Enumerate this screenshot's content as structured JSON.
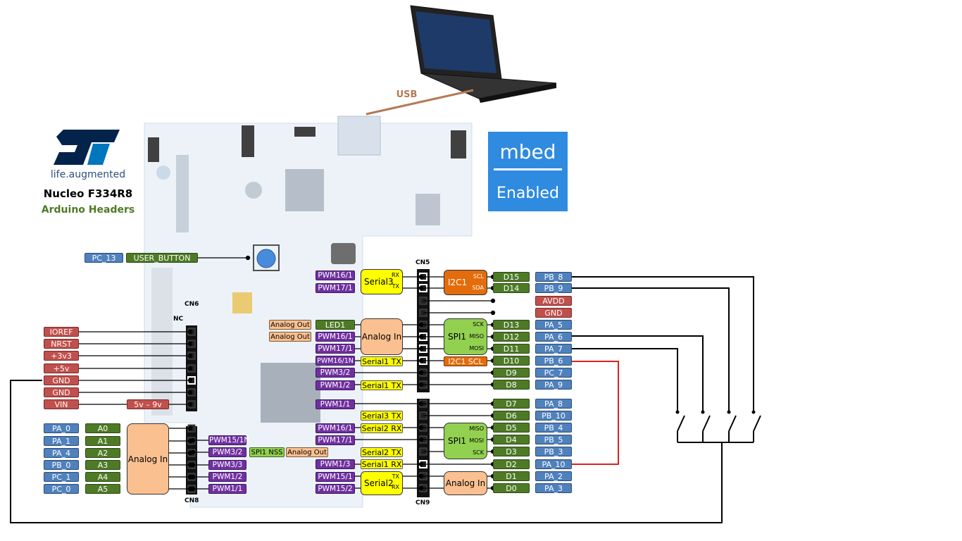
{
  "logo": {
    "company_tagline": "life.augmented",
    "board_name": "Nucleo F334R8",
    "subtitle": "Arduino Headers"
  },
  "badge": {
    "line1": "mbed",
    "line2": "Enabled"
  },
  "usb": {
    "label": "USB"
  },
  "connectors": {
    "cn5": "CN5",
    "cn6": "CN6",
    "cn8": "CN8",
    "cn9": "CN9",
    "nc": "NC"
  },
  "user_button": {
    "pin": "PC_13",
    "label": "USER_BUTTON"
  },
  "cn6_pins": [
    "IOREF",
    "NRST",
    "+3v3",
    "+5v",
    "GND",
    "GND",
    "VIN"
  ],
  "vin_range": "5v – 9v",
  "cn8": {
    "pins": [
      "PA_0",
      "PA_1",
      "PA_4",
      "PB_0",
      "PC_1",
      "PC_0"
    ],
    "arduino": [
      "A0",
      "A1",
      "A2",
      "A3",
      "A4",
      "A5"
    ],
    "analog_in": "Analog In",
    "pwm": [
      "PWM15/1N",
      "PWM3/2",
      "PWM3/3",
      "PWM1/2",
      "PWM1/1"
    ],
    "spi_nss": "SPI1 NSS",
    "analog_out": "Analog Out"
  },
  "middle": {
    "pwm_top": [
      "PWM16/1",
      "PWM17/1"
    ],
    "serial3_top": "Serial3",
    "rx": "RX",
    "tx": "TX",
    "analog_out": [
      "Analog Out",
      "Analog Out"
    ],
    "led1": "LED1",
    "analog_in": "Analog In",
    "pwm_mid": [
      "PWM16/1",
      "PWM17/1",
      "PWM16/1N",
      "PWM3/2",
      "PWM1/2"
    ],
    "serial1_tx": [
      "Serial1 TX",
      "Serial1 TX"
    ],
    "pwm_low": [
      "PWM1/1",
      "PWM16/1",
      "PWM17/1",
      "PWM1/3",
      "PWM15/1",
      "PWM15/2"
    ],
    "serial3_tx": "Serial3 TX",
    "serial2_rx": "Serial2 RX",
    "serial2_tx": "Serial2 TX",
    "serial1_rx": "Serial1 RX",
    "serial2": "Serial2"
  },
  "right": {
    "i2c1": "I2C1",
    "scl": "SCL",
    "sda": "SDA",
    "spi1": "SPI1",
    "sck": "SCK",
    "miso": "MISO",
    "mosi": "MOSI",
    "i2c1_scl": "I2C1 SCL",
    "analog_in": "Analog In",
    "digital": [
      "D15",
      "D14",
      "D13",
      "D12",
      "D11",
      "D10",
      "D9",
      "D8",
      "D7",
      "D6",
      "D5",
      "D4",
      "D3",
      "D2",
      "D1",
      "D0"
    ],
    "pins_top": [
      "PB_8",
      "PB_9",
      "AVDD",
      "GND",
      "PA_5",
      "PA_6",
      "PA_7",
      "PB_6",
      "PC_7",
      "PA_9"
    ],
    "pins_bottom": [
      "PA_8",
      "PB_10",
      "PB_4",
      "PB_5",
      "PB_3",
      "PA_10",
      "PA_2",
      "PA_3"
    ]
  },
  "colors": {
    "pin": "#4f81bd",
    "digital": "#4e7a26",
    "power": "#c0504d",
    "pwm": "#7030a0",
    "serial": "#ffff00",
    "analog": "#fac090",
    "i2c": "#e46c0a",
    "spi": "#92d050",
    "wire_red": "#e02020"
  }
}
